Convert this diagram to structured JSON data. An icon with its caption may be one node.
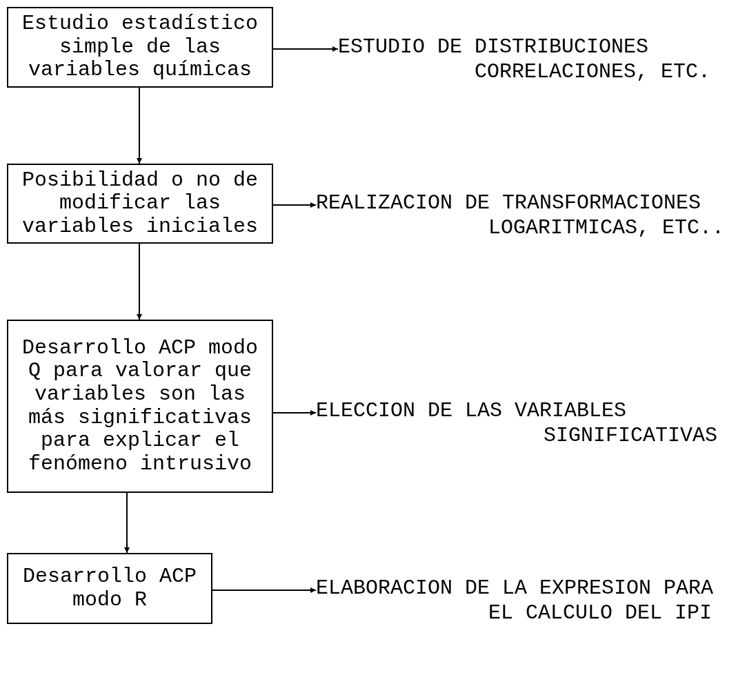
{
  "diagram": {
    "nodes": [
      {
        "text": [
          "Estudio estadístico simple de las variables químicas"
        ]
      },
      {
        "text": [
          "ESTUDIO DE DISTRIBUCIONES CORRELACIONES, ETC."
        ]
      },
      {
        "text": [
          "Posibilidad o no de modificar las variables iniciales"
        ]
      },
      {
        "text": [
          "REALIZACION DE TRANSFORMACIONES LOGARITMICAS, ETC.."
        ]
      },
      {
        "text": [
          "Desarrollo ACP modo Q para valorar que variables son las más significativas para explicar el fenómeno intrusivo"
        ]
      },
      {
        "text": [
          "ELECCION DE LAS VARIABLES SIGNIFICATIVAS"
        ]
      },
      {
        "text": [
          "Desarrollo ACP modo R"
        ]
      },
      {
        "text": [
          "ELABORACION DE LA EXPRESION PARA EL CALCULO DEL IPI"
        ]
      }
    ],
    "edges": [
      {
        "from": 0,
        "to": 2,
        "arrow": "to"
      },
      {
        "from": 2,
        "to": 4,
        "arrow": "to"
      },
      {
        "from": 4,
        "to": 6,
        "arrow": "to"
      },
      {
        "from": 0,
        "to": 1,
        "arrow": "to"
      },
      {
        "from": 2,
        "to": 3,
        "arrow": "to"
      },
      {
        "from": 4,
        "to": 5,
        "arrow": "to"
      },
      {
        "from": 6,
        "to": 7,
        "arrow": "to"
      }
    ]
  }
}
